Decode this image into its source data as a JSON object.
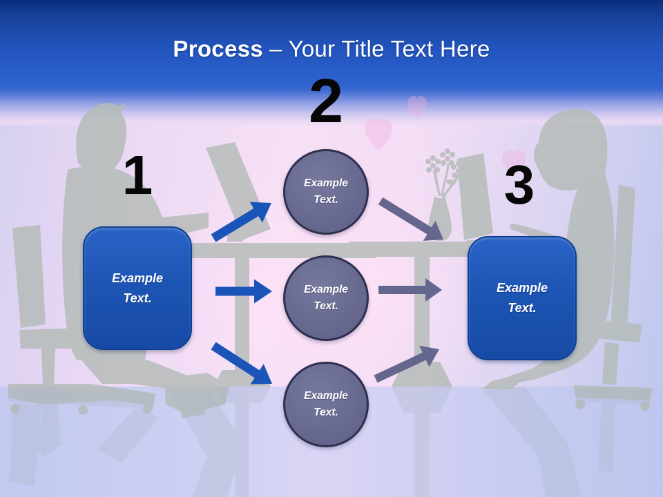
{
  "slide": {
    "title": {
      "emphasis": "Process",
      "rest": "– Your Title Text Here"
    }
  },
  "diagram": {
    "step_numbers": [
      "1",
      "2",
      "3"
    ],
    "start_box": {
      "label": "Example Text."
    },
    "middle_circles": [
      {
        "label": "Example Text."
      },
      {
        "label": "Example Text."
      },
      {
        "label": "Example Text."
      }
    ],
    "end_box": {
      "label": "Example Text."
    },
    "connections": [
      {
        "from": "start-box",
        "to": "circle-top",
        "style": "blue-arrow"
      },
      {
        "from": "start-box",
        "to": "circle-middle",
        "style": "blue-arrow"
      },
      {
        "from": "start-box",
        "to": "circle-bottom",
        "style": "blue-arrow"
      },
      {
        "from": "circle-top",
        "to": "end-box",
        "style": "gray-arrow"
      },
      {
        "from": "circle-middle",
        "to": "end-box",
        "style": "gray-arrow"
      },
      {
        "from": "circle-bottom",
        "to": "end-box",
        "style": "gray-arrow"
      }
    ]
  },
  "colors": {
    "header_blue_dark": "#0a2d7a",
    "header_blue": "#2e62cd",
    "box_blue": "#1d55b4",
    "box_border": "#0d3e92",
    "circle_fill": "#6b6d94",
    "circle_border": "#2e2e4f",
    "arrow_blue": "#1b54b8",
    "arrow_gray": "#64668e",
    "number_color": "#060606",
    "title_color": "#ffffff",
    "background_pink": "#f6e0f6",
    "background_floor": "#c9cdf1",
    "silhouette_gray": "#b4bbb7"
  }
}
